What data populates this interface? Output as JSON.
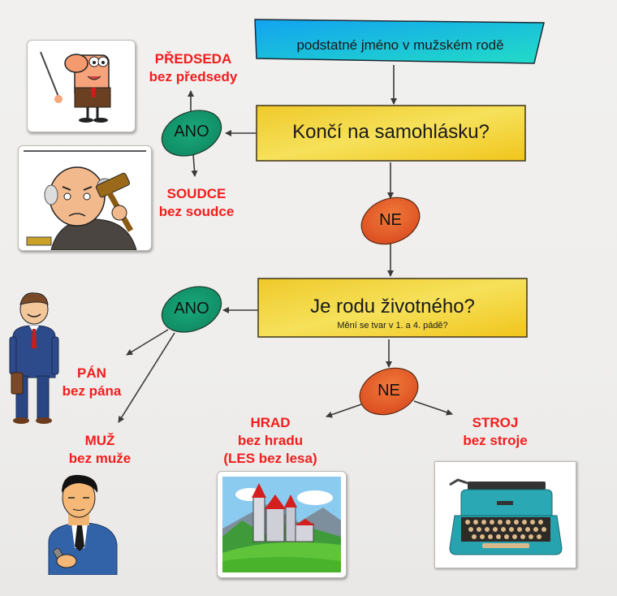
{
  "diagram": {
    "start": {
      "text": "podstatné jméno v mužském rodě",
      "fill_from": "#1aa6ef",
      "fill_to": "#1fd6c8"
    },
    "question1": {
      "text": "Končí na samohlásku?",
      "fill": "#f2cf2a"
    },
    "question2": {
      "text": "Je rodu životného?",
      "subtext": "Mění se tvar v 1. a 4. pádě?",
      "fill": "#f2cf2a"
    },
    "yes1": {
      "text": "ANO",
      "fill": "#14946b"
    },
    "no1": {
      "text": "NE",
      "fill": "#e8602a"
    },
    "yes2": {
      "text": "ANO",
      "fill": "#14946b"
    },
    "no2": {
      "text": "NE",
      "fill": "#e8602a"
    },
    "examples": {
      "predseda": {
        "word": "PŘEDSEDA",
        "genitive": "bez předsedy"
      },
      "soudce": {
        "word": "SOUDCE",
        "genitive": "bez soudce"
      },
      "pan": {
        "word": "PÁN",
        "genitive": "bez pána"
      },
      "muz": {
        "word": "MUŽ",
        "genitive": "bez muže"
      },
      "hrad": {
        "word": "HRAD",
        "genitive": "bez hradu",
        "extra": "(LES bez lesa)"
      },
      "stroj": {
        "word": "STROJ",
        "genitive": "bez stroje"
      }
    },
    "images": {
      "predseda": "chairman-cartoon",
      "soudce": "judge-cartoon",
      "pan": "businessman-cartoon",
      "muz": "man-with-phone-cartoon",
      "hrad": "castle-landscape",
      "stroj": "typewriter"
    },
    "colors": {
      "example_text": "#f21d1d",
      "line": "#3a3a3a"
    }
  }
}
